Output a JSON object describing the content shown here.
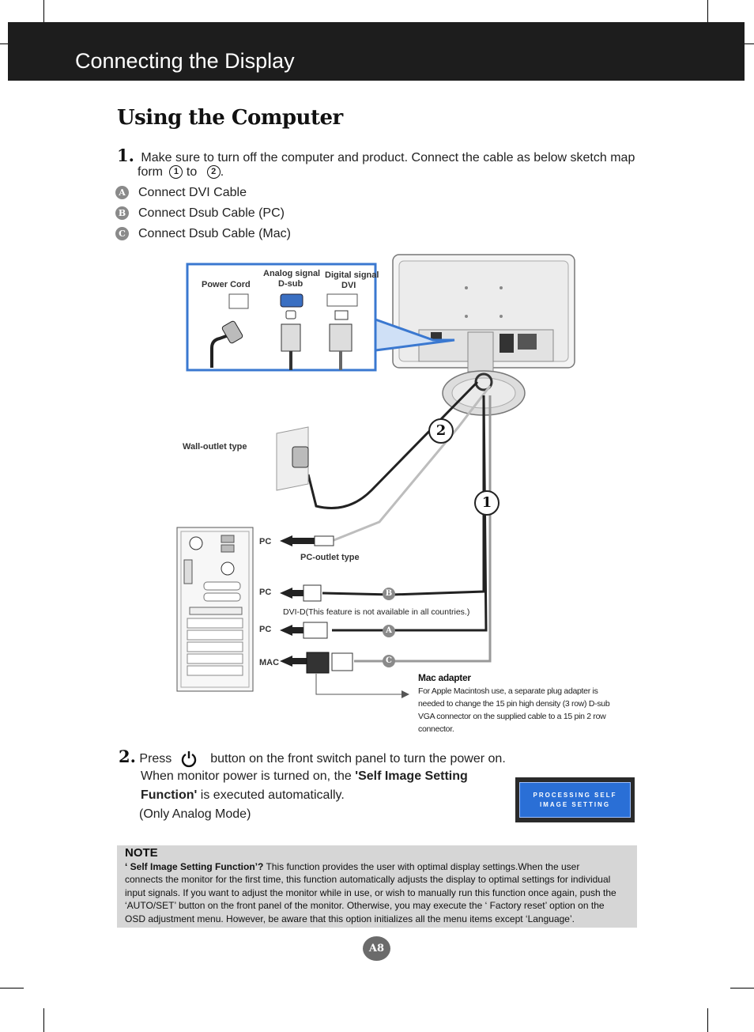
{
  "header": {
    "title": "Connecting the Display"
  },
  "section": {
    "title": "Using the Computer"
  },
  "step1": {
    "number": "1.",
    "text_line1": "Make sure to turn off the computer and product. Connect the cable as below sketch map",
    "text_line2_prefix": "form",
    "from_num": "1",
    "to_word": "to",
    "to_num": "2",
    "text_line2_suffix": "."
  },
  "connections": [
    {
      "letter": "A",
      "label": "Connect DVI Cable"
    },
    {
      "letter": "B",
      "label": "Connect Dsub Cable (PC)"
    },
    {
      "letter": "C",
      "label": "Connect Dsub Cable (Mac)"
    }
  ],
  "diagram": {
    "power_cord_label": "Power Cord",
    "analog_label_1": "Analog signal",
    "analog_label_2": "D-sub",
    "digital_label_1": "Digital signal",
    "digital_label_2": "DVI",
    "wall_outlet_label": "Wall-outlet type",
    "pc_outlet_label": "PC-outlet type",
    "pc_label_1": "PC",
    "pc_label_2": "PC",
    "pc_label_3": "PC",
    "mac_label": "MAC",
    "dvi_note": "DVI-D(This feature is not available in all countries.)",
    "marker_1": "1",
    "marker_2": "2",
    "marker_b": "B",
    "marker_a": "A",
    "marker_c": "C",
    "mac_adapter_title": "Mac adapter",
    "mac_adapter_lines": [
      "For Apple Macintosh use, a  separate plug adapter is",
      "needed to change the 15 pin high density (3 row) D-sub",
      "VGA connector on the supplied cable to a 15 pin  2 row",
      "connector."
    ]
  },
  "step2": {
    "number": "2.",
    "press": "Press",
    "after_icon": "button on the front switch panel to turn the power on.",
    "line2_prefix": "When monitor power is turned on, the",
    "line2_bold": "'Self Image Setting",
    "line3_bold": "Function'",
    "line3_suffix": "is executed automatically.",
    "line4": "(Only Analog Mode)"
  },
  "osd": {
    "line1": "PROCESSING SELF",
    "line2": "IMAGE SETTING"
  },
  "note": {
    "title": "NOTE",
    "lead": "‘ Self Image Setting Function’?",
    "lines": [
      " This function provides the user with optimal display settings.When the user",
      "connects the monitor for the first time, this function automatically adjusts the display to optimal settings for individual",
      "input signals. If you want to adjust the monitor while in use, or wish to manually run this function once again, push the",
      "‘AUTO/SET’ button on the front panel of the monitor. Otherwise, you may execute the ‘ Factory reset’ option on the",
      "OSD adjustment menu. However, be aware that this option initializes all the menu items except ‘Language’."
    ]
  },
  "page": {
    "number": "A8"
  }
}
